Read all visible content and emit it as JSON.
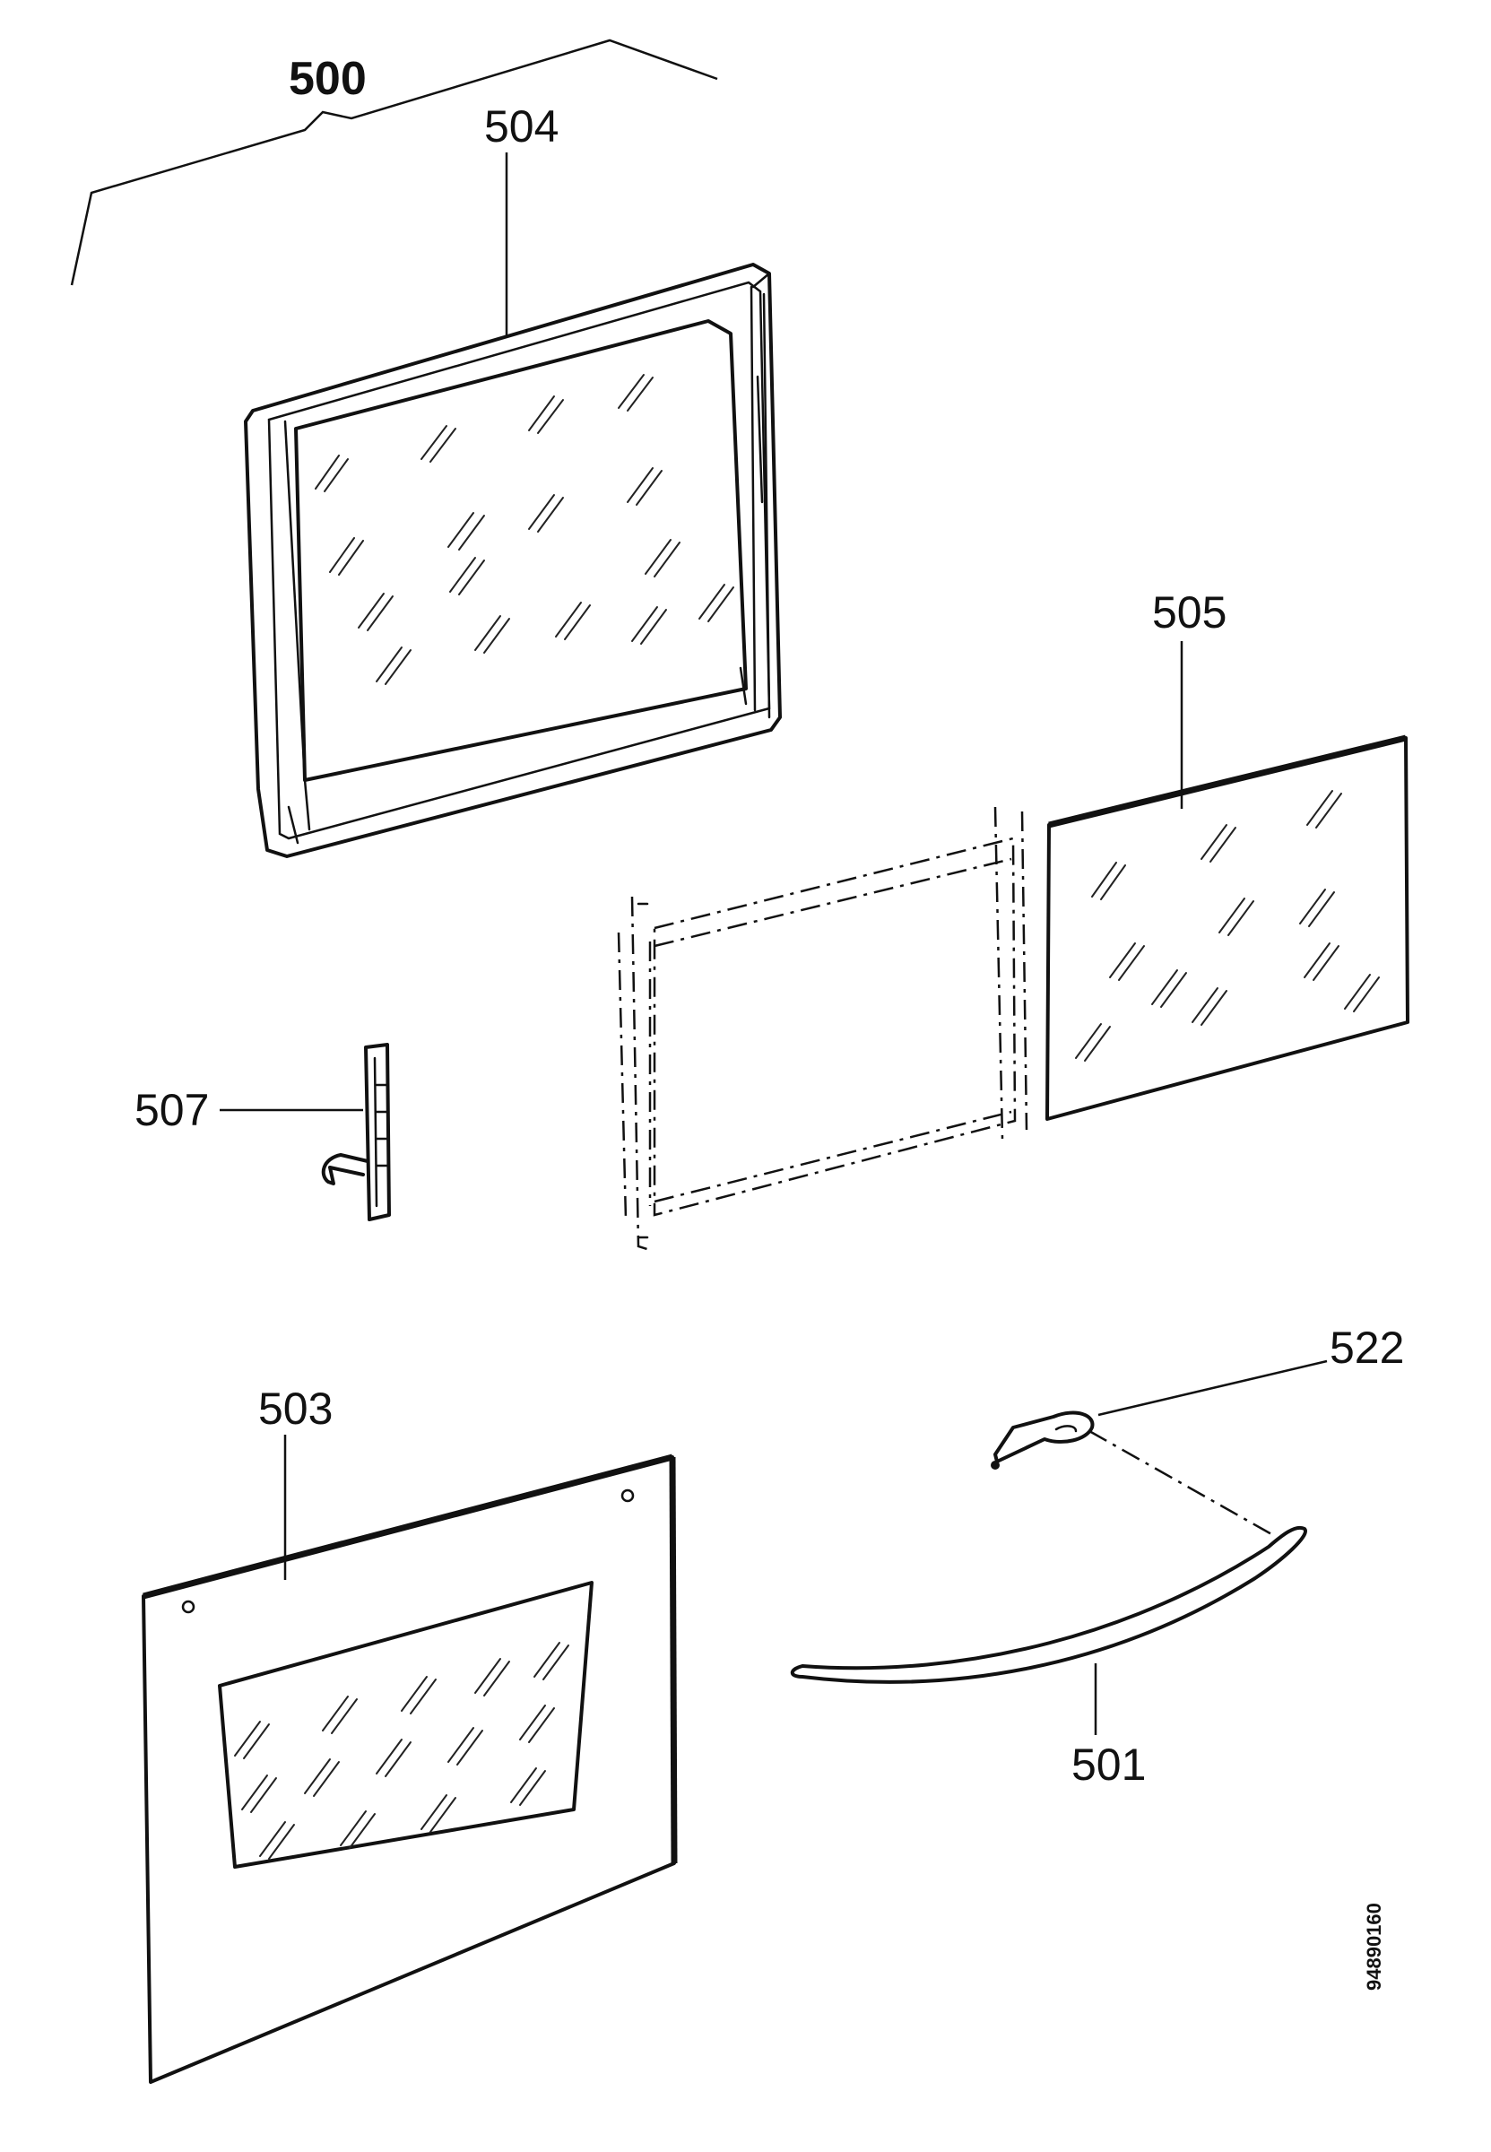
{
  "labels": {
    "assembly": "500",
    "inner_frame": "504",
    "inner_glass": "505",
    "hinge": "507",
    "outer_panel": "503",
    "handle_bracket": "522",
    "handle": "501"
  },
  "document_number": "94890160"
}
